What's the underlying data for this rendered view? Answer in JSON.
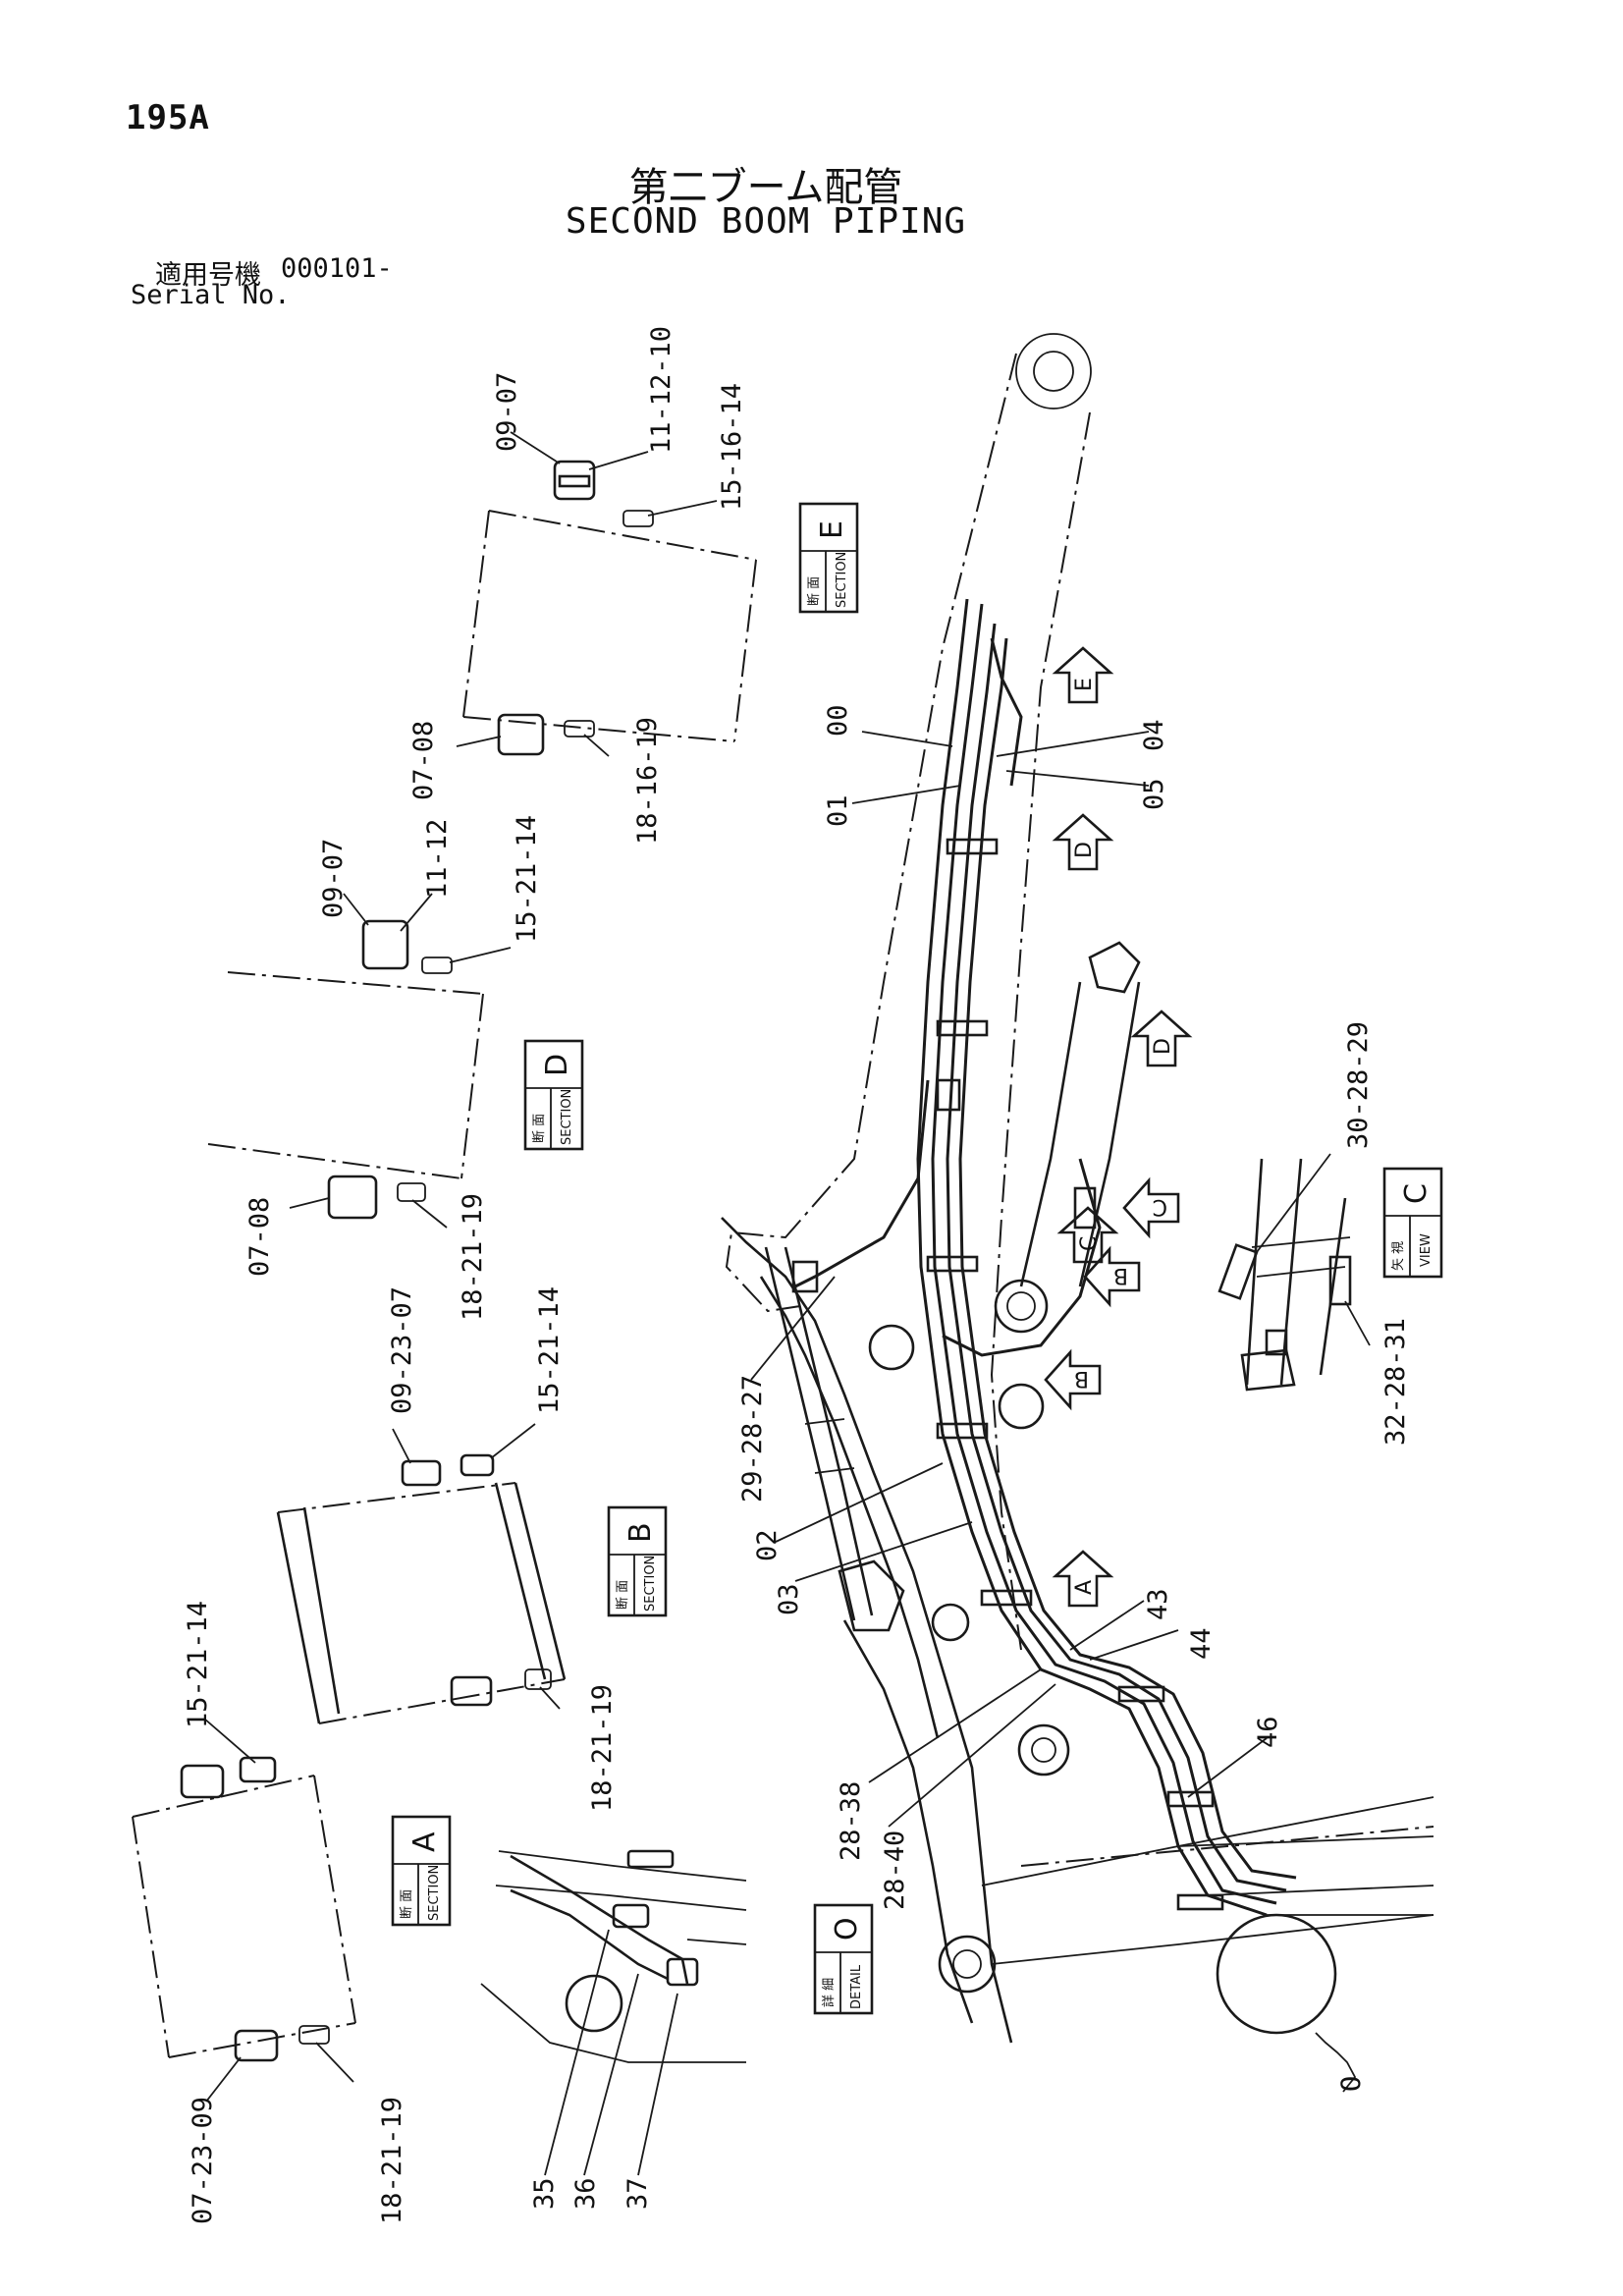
{
  "page": {
    "number": "195A",
    "title_jp": "第二ブーム配管",
    "title_en": "SECOND BOOM PIPING",
    "serial_label_jp": "適用号機",
    "serial_value": "000101-",
    "serial_label_en": "Serial No."
  },
  "sections": {
    "E": {
      "kanji": "断 面",
      "word": "SECTION",
      "letter": "E",
      "labels": [
        "09-07",
        "11-12-10",
        "15-16-14",
        "07-08",
        "18-16-19"
      ]
    },
    "D": {
      "kanji": "断 面",
      "word": "SECTION",
      "letter": "D",
      "labels": [
        "09-07",
        "11-12",
        "15-21-14",
        "07-08",
        "18-21-19"
      ]
    },
    "B": {
      "kanji": "断 面",
      "word": "SECTION",
      "letter": "B",
      "labels": [
        "09-23-07",
        "15-21-14",
        "18-21-19"
      ]
    },
    "A": {
      "kanji": "断 面",
      "word": "SECTION",
      "letter": "A",
      "labels": [
        "15-21-14",
        "07-23-09",
        "18-21-19"
      ]
    }
  },
  "view_c": {
    "kanji": "矢 視",
    "word": "VIEW",
    "letter": "C",
    "labels": [
      "30-28-29",
      "32-28-31"
    ]
  },
  "detail_o": {
    "kanji": "詳 細",
    "word": "DETAIL",
    "letter": "O",
    "labels": [
      "35",
      "36",
      "37"
    ]
  },
  "boom_labels": [
    "00",
    "01",
    "04",
    "05",
    "02",
    "03",
    "29-28-27",
    "43",
    "44",
    "46",
    "28-38",
    "28-40"
  ],
  "arrows": [
    "E",
    "D",
    "D",
    "C",
    "C",
    "B",
    "B",
    "A"
  ],
  "detail_marker": "O"
}
